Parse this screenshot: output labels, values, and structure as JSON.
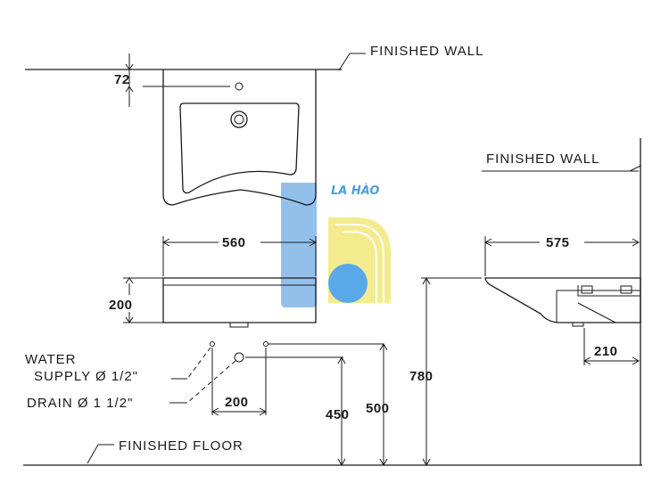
{
  "labels": {
    "finished_wall_top": "FINISHED WALL",
    "finished_wall_side": "FINISHED WALL",
    "finished_floor": "FINISHED FLOOR",
    "water_supply_line1": "WATER",
    "water_supply_line2": "SUPPLY Ø 1/2\"",
    "drain": "DRAIN Ø 1 1/2\""
  },
  "dimensions": {
    "tap_hole_offset": "72",
    "basin_width": "560",
    "basin_depth": "575",
    "basin_thickness": "200",
    "pipe_spacing": "200",
    "drain_height": "450",
    "supply_height": "500",
    "rim_height": "780",
    "side_offset": "210"
  },
  "watermark": {
    "brand": "LA HÀO",
    "colors": {
      "blue": "#2b8fd6",
      "yellow": "#f2e87a",
      "light_blue": "#7fb6e8"
    }
  }
}
